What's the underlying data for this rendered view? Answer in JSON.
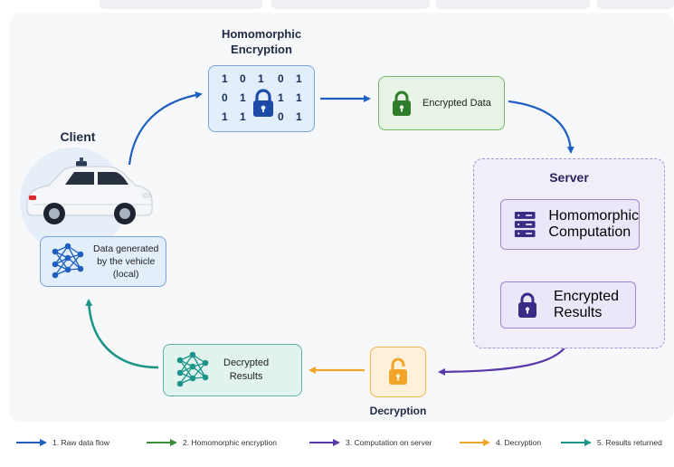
{
  "client": {
    "title": "Client",
    "data_box_label": [
      "Data generated",
      "by the vehicle",
      "(local)"
    ]
  },
  "encryption": {
    "title": [
      "Homomorphic",
      "Encryption"
    ],
    "bits": [
      [
        "1",
        "0",
        "1",
        "0",
        "1"
      ],
      [
        "0",
        "1",
        "",
        "1",
        "1"
      ],
      [
        "1",
        "1",
        "",
        "0",
        "1"
      ]
    ]
  },
  "encrypted_data": {
    "label": "Encrypted Data"
  },
  "server": {
    "title": "Server",
    "computation_label": [
      "Homomorphic",
      "Computation"
    ],
    "results_label": [
      "Encrypted",
      "Results"
    ]
  },
  "decryption": {
    "title": "Decryption"
  },
  "decrypted_results": {
    "label": [
      "Decrypted",
      "Results"
    ]
  },
  "legend": [
    {
      "label": "1. Raw data flow",
      "color": "#1f5fbf"
    },
    {
      "label": "2. Homomorphic encryption",
      "color": "#3e8f3a"
    },
    {
      "label": "3. Computation on server",
      "color": "#5a3aa8"
    },
    {
      "label": "4. Decryption",
      "color": "#f0a52a"
    },
    {
      "label": "5. Results returned",
      "color": "#1c9488"
    }
  ],
  "colors": {
    "blue": "#1f5fbf",
    "green": "#3e8f3a",
    "purple": "#5a3aa8",
    "orange": "#f0a52a",
    "teal": "#1c9488"
  },
  "icons": [
    "car-icon",
    "neural-network-icon",
    "lock-icon",
    "server-icon",
    "unlock-icon"
  ]
}
